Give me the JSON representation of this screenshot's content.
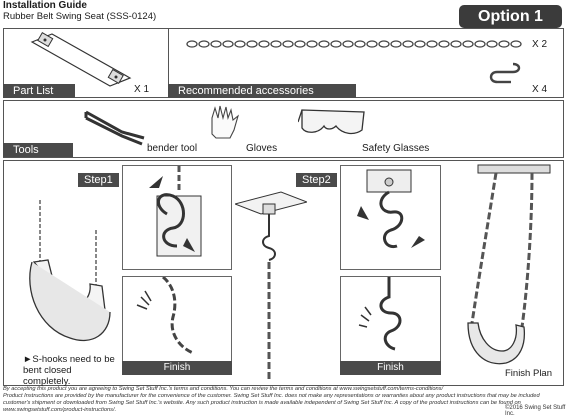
{
  "header": {
    "title": "Installation Guide",
    "subtitle": "Rubber Belt Swing Seat (SSS-0124)",
    "option_badge": "Option 1"
  },
  "parts": {
    "label": "Part List",
    "seat_qty": "X 1"
  },
  "accessories": {
    "label": "Recommended accessories",
    "chain_qty": "X 2",
    "shook_qty": "X 4"
  },
  "tools": {
    "label": "Tools",
    "items": [
      "bender tool",
      "Gloves",
      "Safety Glasses"
    ]
  },
  "steps": {
    "step1": "Step1",
    "step2": "Step2",
    "finish1": "Finish",
    "finish2": "Finish",
    "finish_plan": "Finish Plan",
    "note": "►S-hooks need to be bent closed completely."
  },
  "footer": {
    "line1": "By accepting this product you are agreeing to Swing Set Stuff Inc.'s terms and conditions. You can review the terms and conditions at www.swingsetstuff.com/terms-conditions/",
    "line2": "Product Instructions are provided by the manufacturer for the convenience of the customer. Swing Set Stuff Inc. does not make any representations or warranties about any product instructions that may be included",
    "line3": "customer's shipment or downloaded from Swing Set Stuff Inc.'s website. Any such product instruction is made available independent of Swing Set Stuff Inc.  A copy of the product instructions can be found on",
    "line4": "www.swingsetstuff.com/product-instructions/.",
    "copyright": "©2016 Swing Set Stuff Inc."
  }
}
